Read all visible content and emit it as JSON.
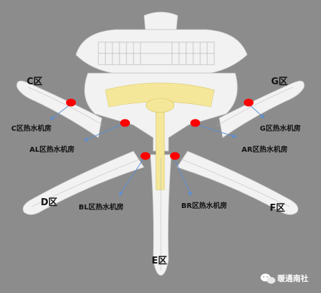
{
  "zone_labels": {
    "c": "C区",
    "g": "G区",
    "d": "D区",
    "f": "F区",
    "e": "E区"
  },
  "room_labels": {
    "c": "C区热水机房",
    "g": "G区热水机房",
    "al": "AL区热水机房",
    "ar": "AR区热水机房",
    "bl": "BL区热水机房",
    "br": "BR区热水机房"
  },
  "watermark": {
    "text": "暖通南社",
    "icon": "wechat-icon"
  },
  "colors": {
    "background": "#8c8c8c",
    "building": "#f2f2f2",
    "core": "#f5e79a",
    "marker": "#ff0000",
    "arrow": "#5b8fd4"
  }
}
